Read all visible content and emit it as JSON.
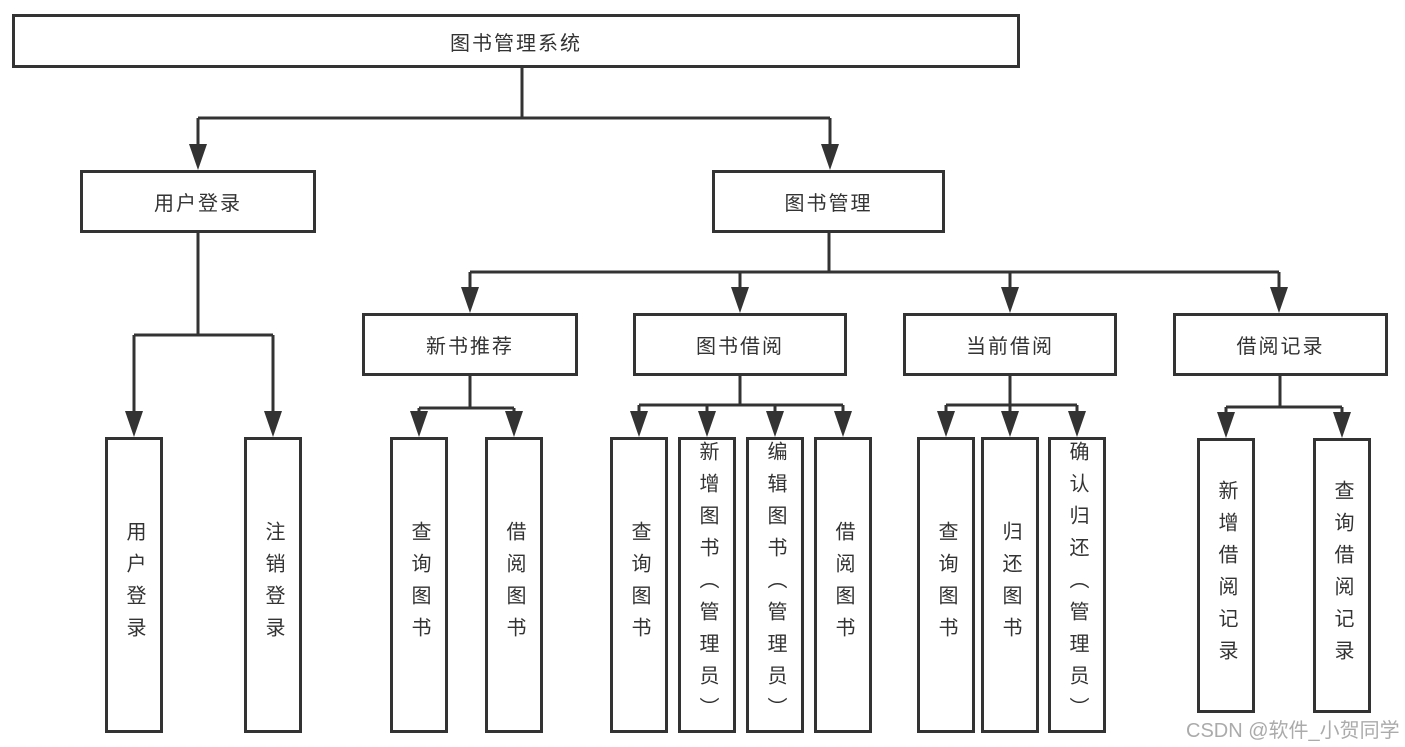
{
  "root": {
    "label": "图书管理系统"
  },
  "level2": [
    {
      "label": "用户登录"
    },
    {
      "label": "图书管理"
    }
  ],
  "level3": [
    {
      "label": "新书推荐"
    },
    {
      "label": "图书借阅"
    },
    {
      "label": "当前借阅"
    },
    {
      "label": "借阅记录"
    }
  ],
  "leaves": [
    {
      "parent": "用户登录",
      "label": "用户登录"
    },
    {
      "parent": "用户登录",
      "label": "注销登录"
    },
    {
      "parent": "新书推荐",
      "label": "查询图书"
    },
    {
      "parent": "新书推荐",
      "label": "借阅图书"
    },
    {
      "parent": "图书借阅",
      "label": "查询图书"
    },
    {
      "parent": "图书借阅",
      "label": "新增图书（管理员）"
    },
    {
      "parent": "图书借阅",
      "label": "编辑图书（管理员）"
    },
    {
      "parent": "图书借阅",
      "label": "借阅图书"
    },
    {
      "parent": "当前借阅",
      "label": "查询图书"
    },
    {
      "parent": "当前借阅",
      "label": "归还图书"
    },
    {
      "parent": "当前借阅",
      "label": "确认归还（管理员）"
    },
    {
      "parent": "借阅记录",
      "label": "新增借阅记录"
    },
    {
      "parent": "借阅记录",
      "label": "查询借阅记录"
    }
  ],
  "watermark": "CSDN @软件_小贺同学",
  "colors": {
    "line": "#333333",
    "box_border": "#333333",
    "text": "#333333",
    "watermark": "#ababab",
    "background": "#ffffff"
  }
}
